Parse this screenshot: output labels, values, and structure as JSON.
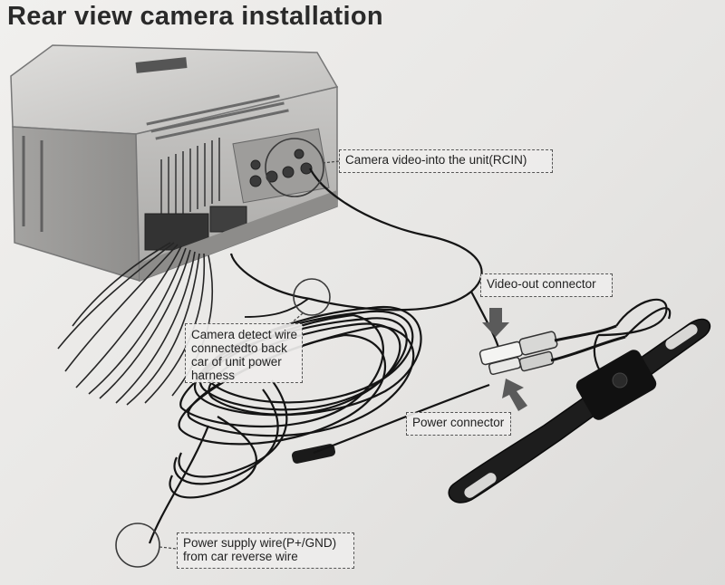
{
  "title": "Rear view camera installation",
  "labels": {
    "video_in": "Camera video-into the unit(RCIN)",
    "video_out": "Video-out connector",
    "power_connector": "Power connector",
    "detect_wire": [
      "Camera detect wire",
      "connectedto back",
      "car of unit power",
      "harness"
    ],
    "power_supply": [
      "Power supply wire(P+/GND)",
      "from car reverse wire"
    ]
  },
  "colors": {
    "background": "#e9e8e6",
    "unit_body": "#b9b8b6",
    "cable": "#151515",
    "label_border": "#555555",
    "arrow": "#5a5a5a"
  }
}
